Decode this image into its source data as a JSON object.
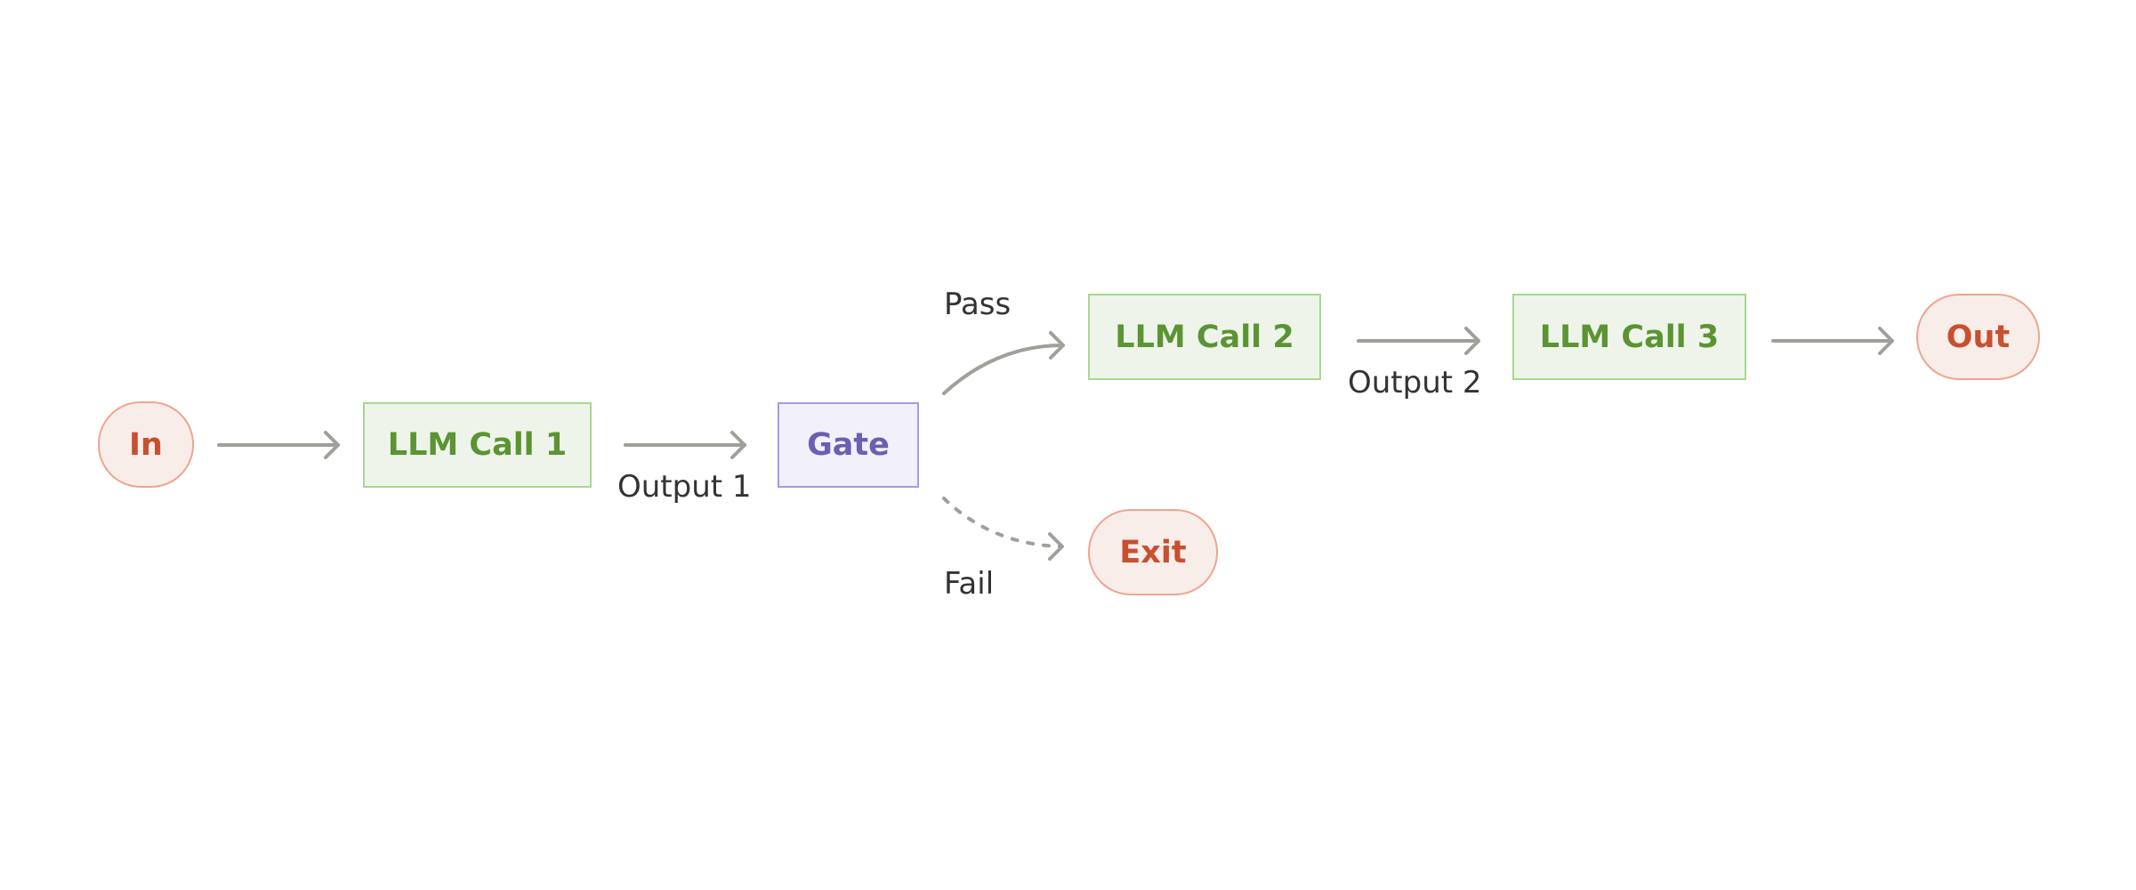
{
  "nodes": {
    "in": "In",
    "llm_call_1": "LLM Call 1",
    "gate": "Gate",
    "llm_call_2": "LLM Call 2",
    "llm_call_3": "LLM Call 3",
    "out": "Out",
    "exit": "Exit"
  },
  "edge_labels": {
    "output_1": "Output 1",
    "pass": "Pass",
    "fail": "Fail",
    "output_2": "Output 2"
  },
  "colors": {
    "terminal_fill": "#f9edea",
    "terminal_stroke": "#f0a48e",
    "terminal_text": "#c8502e",
    "llm_fill": "#eff4ea",
    "llm_stroke": "#a6d98e",
    "llm_text": "#5a9433",
    "gate_fill": "#f1f0fb",
    "gate_stroke": "#a59be6",
    "gate_text": "#6c5fb0",
    "arrow": "#a0a09a"
  }
}
